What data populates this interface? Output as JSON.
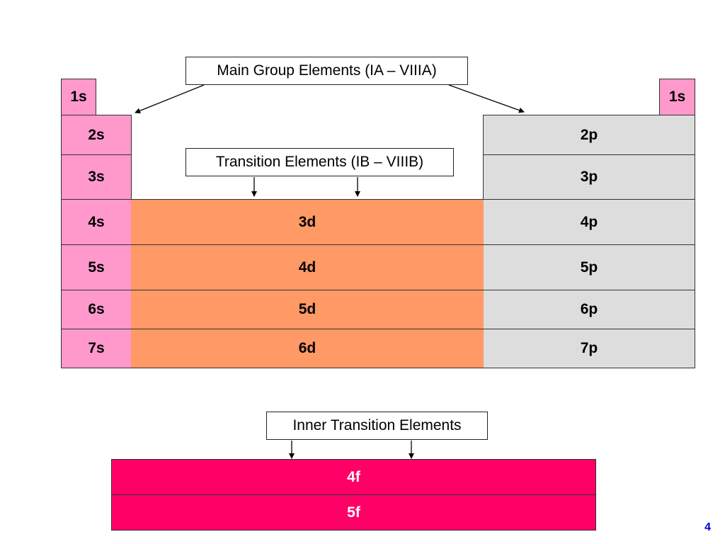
{
  "labels": {
    "main_group": "Main Group Elements (IA – VIIIA)",
    "transition": "Transition Elements (IB – VIIIB)",
    "inner_transition": "Inner Transition Elements"
  },
  "s_block": [
    "1s",
    "2s",
    "3s",
    "4s",
    "5s",
    "6s",
    "7s"
  ],
  "helium_block": "1s",
  "p_block": [
    "2p",
    "3p",
    "4p",
    "5p",
    "6p",
    "7p"
  ],
  "d_block": [
    "3d",
    "4d",
    "5d",
    "6d"
  ],
  "f_block": [
    "4f",
    "5f"
  ],
  "page_number": "4",
  "colors": {
    "s_block": "#ff99cc",
    "d_block": "#ff9966",
    "p_block": "#dddddd",
    "f_block": "#ff0066",
    "page_number": "#0000cc"
  }
}
